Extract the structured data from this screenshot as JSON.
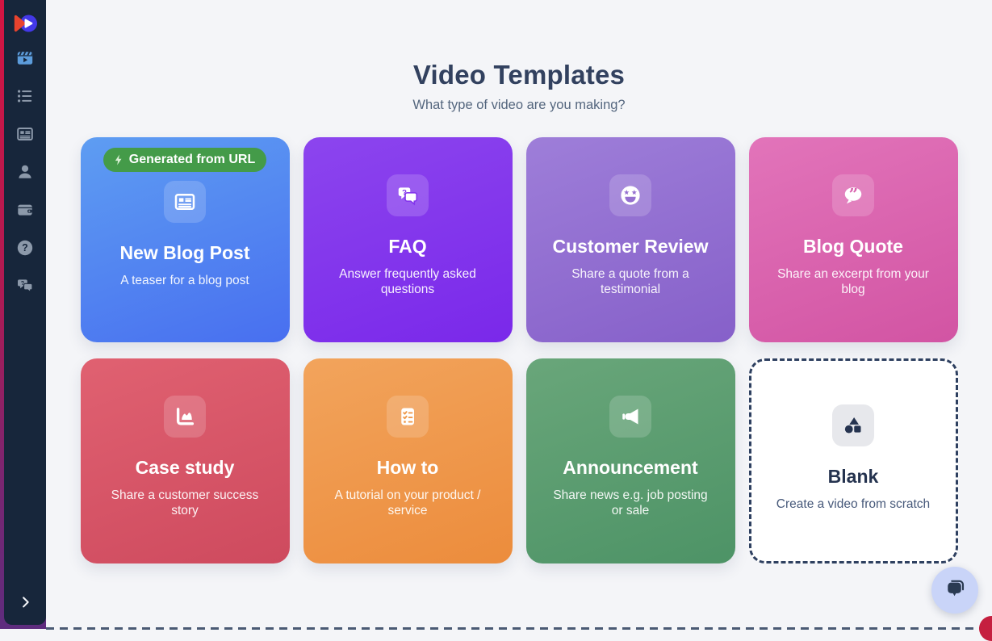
{
  "header": {
    "title": "Video Templates",
    "subtitle": "What type of video are you making?"
  },
  "sidebar": {
    "logo_icon": "brand-play-logo",
    "items": [
      {
        "icon": "clapperboard-icon",
        "active": true
      },
      {
        "icon": "list-icon",
        "active": false
      },
      {
        "icon": "newspaper-icon",
        "active": false
      },
      {
        "icon": "person-icon",
        "active": false
      },
      {
        "icon": "wallet-icon",
        "active": false
      },
      {
        "icon": "help-circle-icon",
        "active": false
      },
      {
        "icon": "chat-help-icon",
        "active": false
      }
    ],
    "collapse_icon": "chevron-right-icon"
  },
  "templates": [
    {
      "title": "New Blog Post",
      "description": "A teaser for a blog post",
      "badge": "Generated from URL",
      "badge_icon": "lightning-bolt-icon",
      "icon": "newspaper-icon",
      "gradient": [
        "#5E9DF2",
        "#486FF0"
      ],
      "accent": "#5388EF"
    },
    {
      "title": "FAQ",
      "description": "Answer frequently asked questions",
      "icon": "chat-question-icon",
      "gradient": [
        "#8C45EE",
        "#7A28EA"
      ],
      "accent": "#8335EC"
    },
    {
      "title": "Customer Review",
      "description": "Share a quote from a testimonial",
      "icon": "star-struck-face-icon",
      "gradient": [
        "#9E7ED9",
        "#8660C9"
      ],
      "accent": "#9570D0"
    },
    {
      "title": "Blog Quote",
      "description": "Share an excerpt from your blog",
      "icon": "quote-bubble-icon",
      "gradient": [
        "#E274BA",
        "#D254A3"
      ],
      "accent": "#D962AE"
    },
    {
      "title": "Case study",
      "description": "Share a customer success story",
      "icon": "area-chart-icon",
      "gradient": [
        "#E06171",
        "#CE4A5E"
      ],
      "accent": "#D75566"
    },
    {
      "title": "How to",
      "description": "A tutorial on your product / service",
      "icon": "checklist-icon",
      "gradient": [
        "#F2A45C",
        "#EC8C3C"
      ],
      "accent": "#EF9849"
    },
    {
      "title": "Announcement",
      "description": "Share news e.g. job posting or sale",
      "icon": "megaphone-icon",
      "gradient": [
        "#69A67A",
        "#4D9366"
      ],
      "accent": "#5B9C70"
    },
    {
      "title": "Blank",
      "description": "Create a video from scratch",
      "icon": "shapes-icon",
      "variant": "blank",
      "accent": "#25334F"
    }
  ],
  "chat_widget": {
    "icon": "chat-bubble-icon"
  },
  "colors": {
    "page_bg": "#F4F5F8",
    "sidebar_bg": "#17263B",
    "sidebar_strip_top": "#D31542",
    "sidebar_strip_bottom": "#5E2C7E",
    "active_icon": "#5C9CDB",
    "inactive_icon": "#8C99AA",
    "title_text": "#32415F",
    "subtitle_text": "#54667E",
    "badge_bg": "#449B49",
    "badge_text": "#FFFFFF",
    "blank_border": "#2E4060",
    "chat_widget_bg": "#C9D4F8",
    "chat_widget_icon": "#2A3A52",
    "corner_swoosh": "#C51F3F"
  }
}
